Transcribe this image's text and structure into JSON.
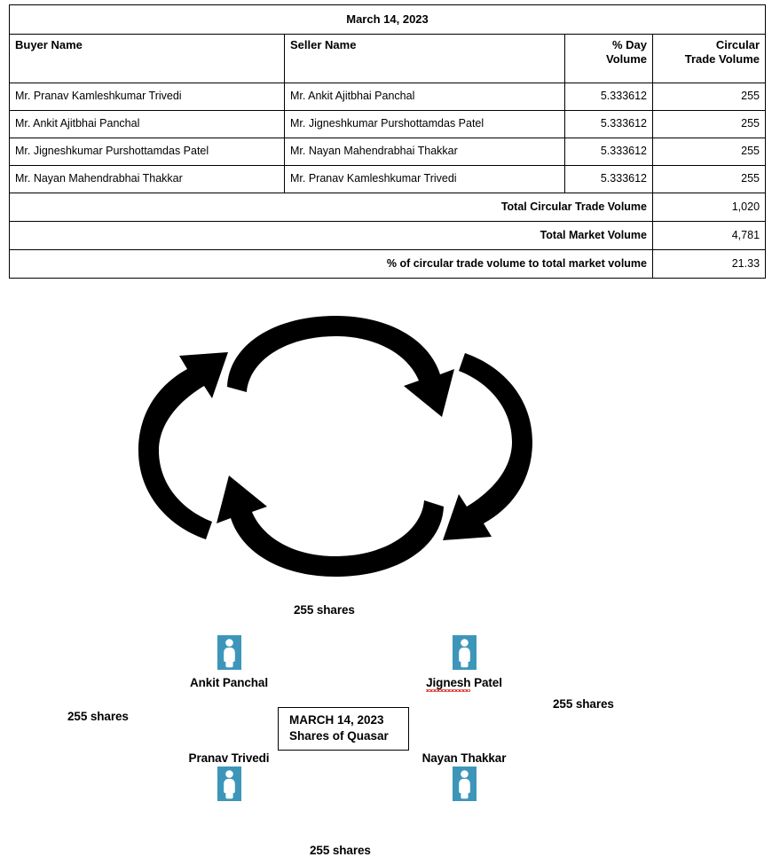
{
  "table": {
    "title": "March 14, 2023",
    "columns": [
      {
        "key": "buyer",
        "label": "Buyer Name",
        "align": "left"
      },
      {
        "key": "seller",
        "label": "Seller Name",
        "align": "left"
      },
      {
        "key": "pct",
        "label": "% Day Volume",
        "label_line1": "% Day",
        "label_line2": "Volume",
        "align": "right"
      },
      {
        "key": "ctv",
        "label": "Circular Trade Volume",
        "label_line1": "Circular",
        "label_line2": "Trade Volume",
        "align": "right"
      }
    ],
    "rows": [
      {
        "buyer": "Mr. Pranav Kamleshkumar Trivedi",
        "seller": "Mr. Ankit Ajitbhai Panchal",
        "pct": "5.333612",
        "ctv": "255"
      },
      {
        "buyer": "Mr. Ankit Ajitbhai Panchal",
        "seller": "Mr. Jigneshkumar Purshottamdas Patel",
        "pct": "5.333612",
        "ctv": "255"
      },
      {
        "buyer": "Mr. Jigneshkumar Purshottamdas Patel",
        "seller": "Mr. Nayan Mahendrabhai Thakkar",
        "pct": "5.333612",
        "ctv": "255"
      },
      {
        "buyer": "Mr. Nayan Mahendrabhai Thakkar",
        "seller": "Mr. Pranav Kamleshkumar Trivedi",
        "pct": "5.333612",
        "ctv": "255"
      }
    ],
    "summary": [
      {
        "label": "Total Circular Trade Volume",
        "value": "1,020"
      },
      {
        "label": "Total Market Volume",
        "value": "4,781"
      },
      {
        "label": "% of circular trade volume to total market volume",
        "value": "21.33"
      }
    ]
  },
  "diagram": {
    "center_line1": "MARCH 14, 2023",
    "center_line2": "Shares of Quasar",
    "icon_color": "#3d96ba",
    "icon_figure_color": "#ffffff",
    "arrow_color": "#000000",
    "nodes": [
      {
        "id": "ankit",
        "label": "Ankit Panchal",
        "icon": "person-icon",
        "misspelled": false
      },
      {
        "id": "jignesh",
        "label": "Jignesh Patel",
        "icon": "person-icon",
        "misspelled": true,
        "misspelled_word": "Jignesh",
        "rest_word": " Patel"
      },
      {
        "id": "pranav",
        "label": "Pranav Trivedi",
        "icon": "person-icon",
        "misspelled": false
      },
      {
        "id": "nayan",
        "label": "Nayan Thakkar",
        "icon": "person-icon",
        "misspelled": false
      }
    ],
    "edges": [
      {
        "id": "top",
        "from": "ankit",
        "to": "jignesh",
        "label": "255 shares"
      },
      {
        "id": "right",
        "from": "jignesh",
        "to": "nayan",
        "label": "255 shares"
      },
      {
        "id": "bottom",
        "from": "nayan",
        "to": "pranav",
        "label": "255 shares"
      },
      {
        "id": "left",
        "from": "pranav",
        "to": "ankit",
        "label": "255 shares"
      }
    ]
  }
}
